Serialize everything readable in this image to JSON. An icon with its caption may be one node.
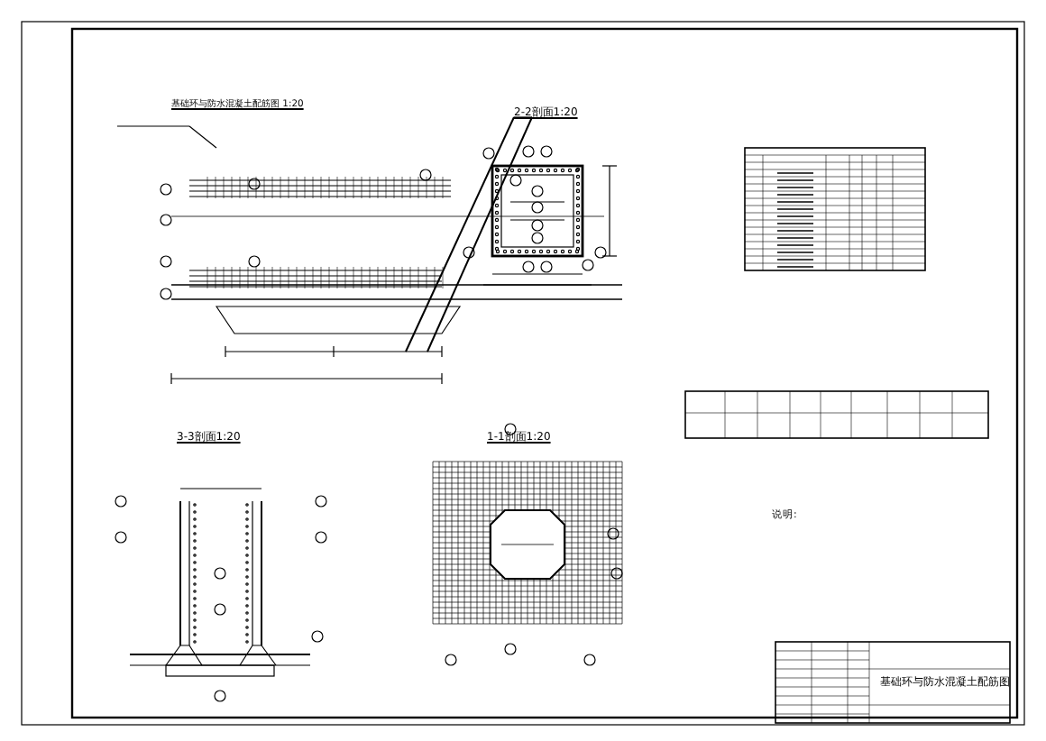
{
  "diagram": {
    "title": "基础环与防水混凝土配筋图",
    "labels": [
      "基础环与防水混凝土配筋图 1:20",
      "2-2剖面1:20",
      "3-3剖面1:20",
      "1-1剖面1:20",
      "说明:"
    ]
  }
}
